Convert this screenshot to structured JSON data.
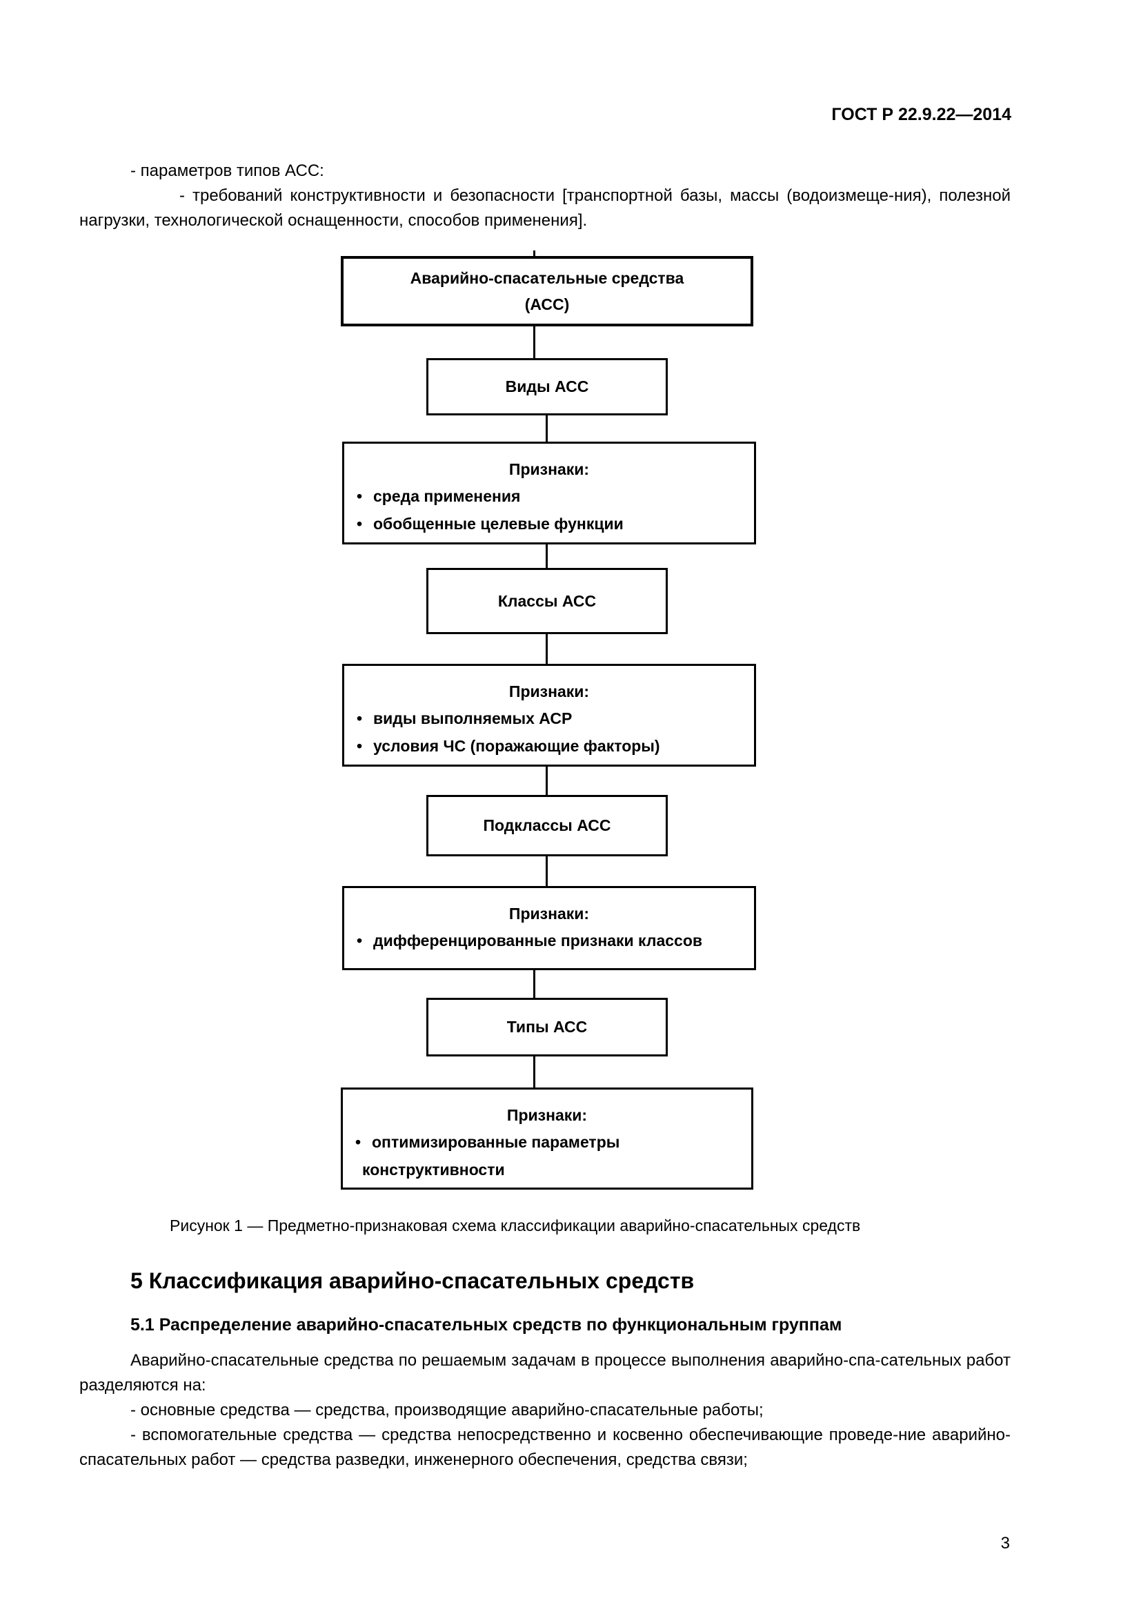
{
  "header": {
    "doc_code": "ГОСТ Р 22.9.22—2014"
  },
  "intro": {
    "line1": "- параметров типов АСС:",
    "line2": "- требований конструктивности и безопасности [транспортной базы, массы (водоизмеще-ния), полезной нагрузки, технологической оснащенности, способов применения]."
  },
  "diagram": {
    "root": {
      "line1": "Аварийно-спасательные средства",
      "line2": "(АСС)"
    },
    "level1": {
      "label": "Виды АСС"
    },
    "criteria1": {
      "title": "Признаки:",
      "items": [
        "среда применения",
        "обобщенные целевые функции"
      ]
    },
    "level2": {
      "label": "Классы АСС"
    },
    "criteria2": {
      "title": "Признаки:",
      "items": [
        "виды выполняемых АСР",
        "условия ЧС (поражающие факторы)"
      ]
    },
    "level3": {
      "label": "Подклассы АСС"
    },
    "criteria3": {
      "title": "Признаки:",
      "items": [
        "дифференцированные признаки классов"
      ]
    },
    "level4": {
      "label": "Типы АСС"
    },
    "criteria4": {
      "title": "Признаки:",
      "items": [
        "оптимизированные параметры"
      ],
      "continuation": "конструктивности"
    }
  },
  "figure_caption": "Рисунок 1 — Предметно-признаковая схема классификации аварийно-спасательных средств",
  "section": {
    "heading": "5 Классификация аварийно-спасательных средств",
    "subheading": "5.1 Распределение аварийно-спасательных средств по функциональным группам",
    "paragraph1": "Аварийно-спасательные средства по решаемым задачам в процессе выполнения аварийно-спа-сательных работ разделяются на:",
    "item1": "- основные средства — средства, производящие аварийно-спасательные работы;",
    "item2": "- вспомогательные средства — средства непосредственно и косвенно обеспечивающие проведе-ние аварийно-спасательных работ — средства разведки, инженерного обеспечения, средства связи;"
  },
  "footer": {
    "page_number": "3"
  }
}
